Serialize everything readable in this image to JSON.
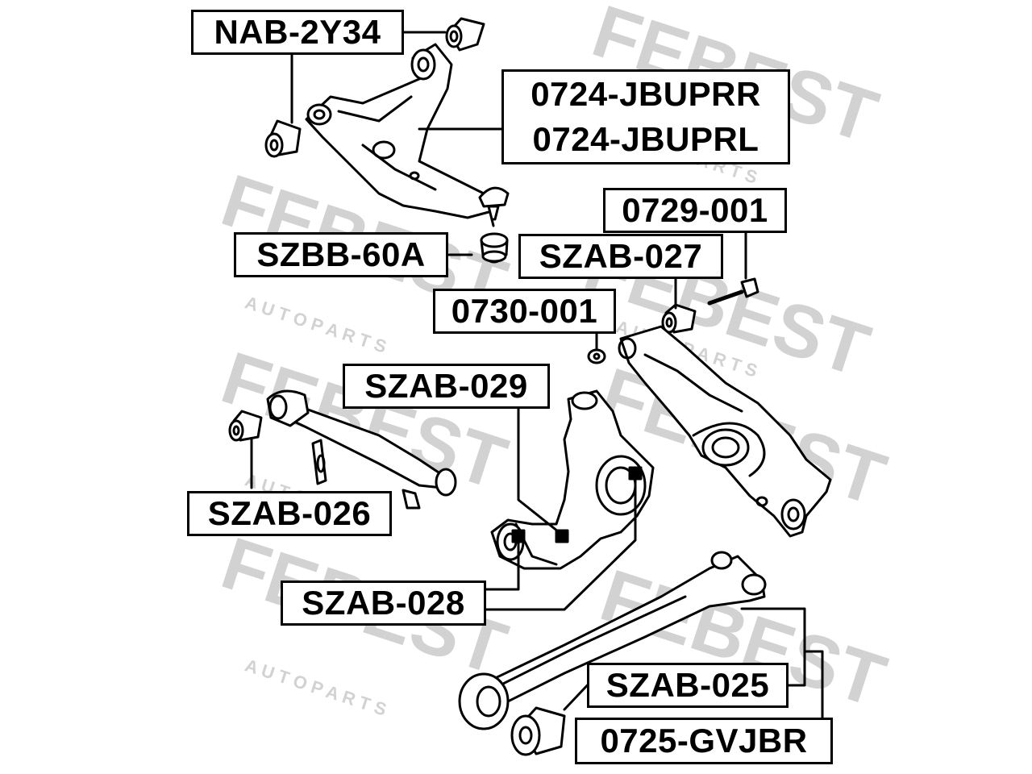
{
  "watermark": {
    "brand": "FEBEST",
    "tagline": "A U T O   P A R T S"
  },
  "labels": {
    "nab_2y34": "NAB-2Y34",
    "jbuprr": "0724-JBUPRR",
    "jbuprl": "0724-JBUPRL",
    "p0729_001": "0729-001",
    "szbb_60a": "SZBB-60A",
    "szab_027": "SZAB-027",
    "p0730_001": "0730-001",
    "szab_029": "SZAB-029",
    "szab_026": "SZAB-026",
    "szab_028": "SZAB-028",
    "szab_025": "SZAB-025",
    "gvjbr": "0725-GVJBR"
  }
}
